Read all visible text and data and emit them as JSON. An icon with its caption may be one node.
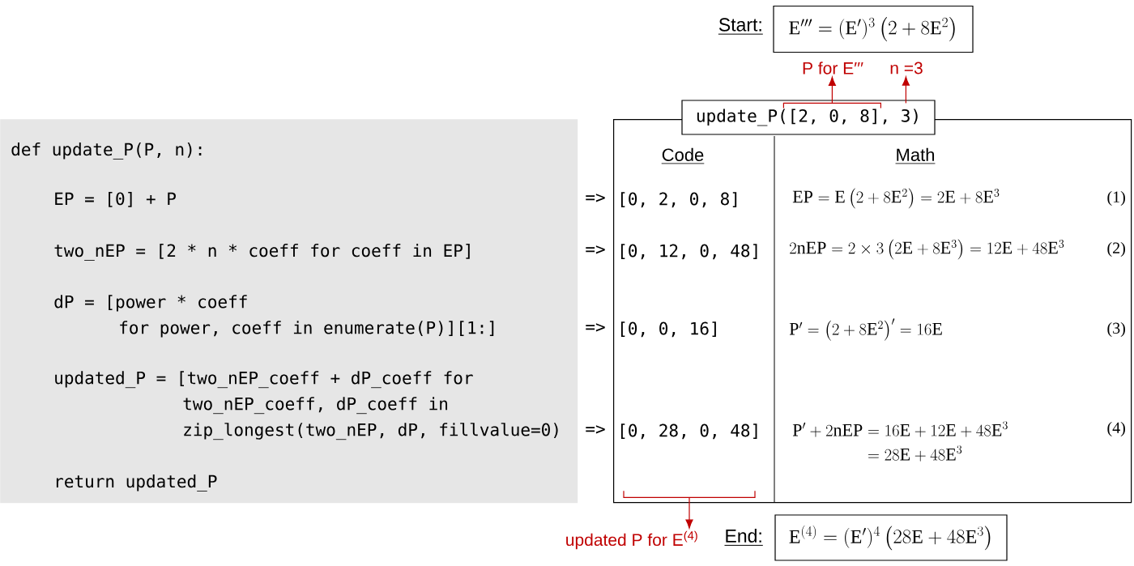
{
  "diagram": {
    "nodes": [
      {
        "text": [
          "Start:",
          "\\mathrm{E}''' = (\\mathrm{E}')^{3}\\left(2+8\\mathrm{E}^{2}\\right)"
        ]
      },
      {
        "text": [
          "P for E′′′"
        ]
      },
      {
        "text": [
          "n =3"
        ]
      },
      {
        "text": [
          "update_P([2, 0, 8], 3)"
        ]
      },
      {
        "text": [
          "def update_P(P, n):",
          "EP = [0] + P",
          "two_nEP = [2 * n * coeff for coeff in EP]",
          "dP = [power * coeff for power, coeff in enumerate(P)][1:]",
          "updated_P = [two_nEP_coeff + dP_coeff for two_nEP_coeff, dP_coeff in zip_longest(two_nEP, dP, fillvalue=0)",
          "return updated_P"
        ]
      },
      {
        "text": [],
        "shape": "box"
      },
      {
        "text": [
          "[0, 2, 0, 8]"
        ],
        "in": 5
      },
      {
        "text": [
          "[0, 12, 0, 48]"
        ],
        "in": 5
      },
      {
        "text": [
          "[0, 0, 16]"
        ],
        "in": 5
      },
      {
        "text": [
          "[0, 28, 0, 48]"
        ],
        "in": 5
      },
      {
        "text": [
          "updated P for E$^{(4)}$"
        ]
      },
      {
        "text": [
          "End:",
          "\\mathrm{E}^{(4)} = (\\mathrm{E}')^{4}\\left(28\\mathrm{E}+48\\mathrm{E}^{3}\\right)"
        ]
      }
    ],
    "edges": [
      {
        "from": 3,
        "to": 1,
        "arrow": "to",
        "color": "#c00000"
      },
      {
        "from": 3,
        "to": 2,
        "arrow": "to",
        "color": "#c00000"
      },
      {
        "from": 9,
        "to": 10,
        "arrow": "to",
        "color": "#c00000"
      }
    ],
    "labels": [
      "Code",
      "Math",
      "=>",
      "\\mathrm{EP} = \\mathrm{E}\\left(2+8\\mathrm{E}^{2}\\right) = 2\\mathrm{E}+8\\mathrm{E}^{3}",
      "(1)",
      "=>",
      "2\\mathrm{nEP} = 2\\times 3\\left(2\\mathrm{E}+8\\mathrm{E}^{3}\\right) = 12\\mathrm{E}+48\\mathrm{E}^{3}",
      "(2)",
      "=>",
      "\\mathrm{P}' = \\left(2+8\\mathrm{E}^{2}\\right)' = 16\\mathrm{E}",
      "(3)",
      "=>",
      "\\begin{aligned}\\mathrm{P}'+2\\mathrm{nEP} &= 16\\mathrm{E}+12\\mathrm{E}+48\\mathrm{E}^{3}\\\\ &= 28\\mathrm{E}+48\\mathrm{E}^{3}\\end{aligned}",
      "(4)"
    ]
  }
}
